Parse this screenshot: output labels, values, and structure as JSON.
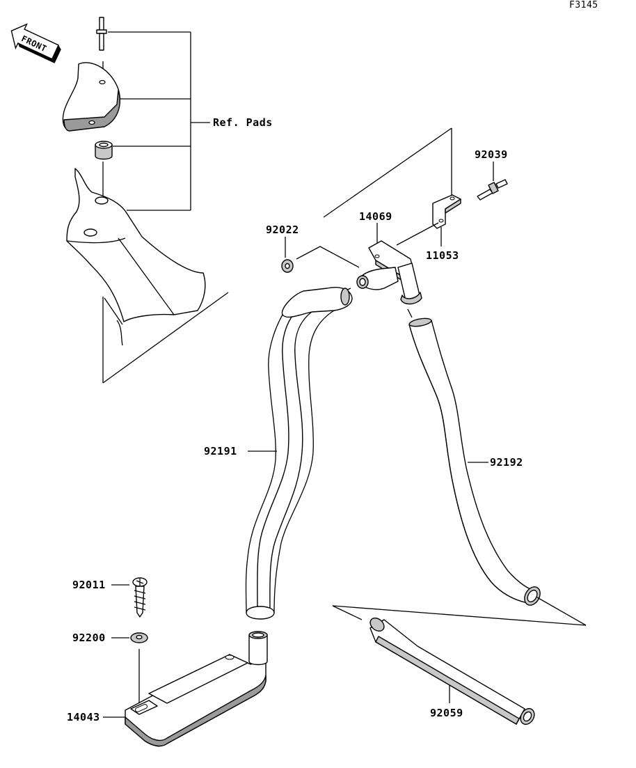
{
  "figure_code": "F3145",
  "front_label": "FRONT",
  "ref_label": "Ref. Pads",
  "parts": [
    {
      "id": "p14069",
      "number": "14069"
    },
    {
      "id": "p92039",
      "number": "92039"
    },
    {
      "id": "p92022",
      "number": "92022"
    },
    {
      "id": "p11053",
      "number": "11053"
    },
    {
      "id": "p92191",
      "number": "92191"
    },
    {
      "id": "p92192",
      "number": "92192"
    },
    {
      "id": "p92011",
      "number": "92011"
    },
    {
      "id": "p92200",
      "number": "92200"
    },
    {
      "id": "p14043",
      "number": "14043"
    },
    {
      "id": "p92059",
      "number": "92059"
    }
  ]
}
